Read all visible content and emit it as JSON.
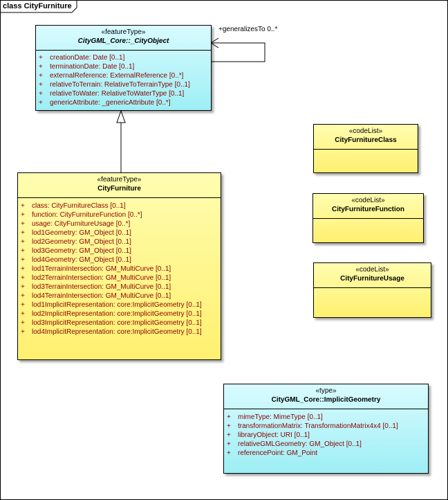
{
  "frame": {
    "title": "class CityFurniture"
  },
  "association": {
    "label": "+generalizesTo 0..*"
  },
  "classes": {
    "city_object": {
      "stereotype": "«featureType»",
      "name": "CityGML_Core::_CityObject",
      "attributes": [
        {
          "vis": "+",
          "text": "creationDate:  Date [0..1]"
        },
        {
          "vis": "+",
          "text": "terminationDate:  Date [0..1]"
        },
        {
          "vis": "+",
          "text": "externalReference:  ExternalReference [0..*]"
        },
        {
          "vis": "+",
          "text": "relativeToTerrain:  RelativeToTerrainType [0..1]"
        },
        {
          "vis": "+",
          "text": "relativeToWater:  RelativeToWaterType [0..1]"
        },
        {
          "vis": "+",
          "text": "genericAttribute:  _genericAttribute [0..*]"
        }
      ]
    },
    "city_furniture": {
      "stereotype": "«featureType»",
      "name": "CityFurniture",
      "attributes": [
        {
          "vis": "+",
          "text": "class:  CityFurnitureClass [0..1]"
        },
        {
          "vis": "+",
          "text": "function:  CityFurnitureFunction [0..*]"
        },
        {
          "vis": "+",
          "text": "usage:  CityFurnitureUsage [0..*]"
        },
        {
          "vis": "+",
          "text": "lod1Geometry:  GM_Object [0..1]"
        },
        {
          "vis": "+",
          "text": "lod2Geometry:  GM_Object [0..1]"
        },
        {
          "vis": "+",
          "text": "lod3Geometry:  GM_Object [0..1]"
        },
        {
          "vis": "+",
          "text": "lod4Geometry:  GM_Object [0..1]"
        },
        {
          "vis": "+",
          "text": "lod1TerrainIntersection:  GM_MultiCurve [0..1]"
        },
        {
          "vis": "+",
          "text": "lod2TerrainIntersection:  GM_MultiCurve [0..1]"
        },
        {
          "vis": "+",
          "text": "lod3TerrainIntersection:  GM_MultiCurve [0..1]"
        },
        {
          "vis": "+",
          "text": "lod4TerrainIntersection:  GM_MultiCurve [0..1]"
        },
        {
          "vis": "+",
          "text": "lod1ImplicitRepresentation:  core:ImplicitGeometry [0..1]"
        },
        {
          "vis": "+",
          "text": "lod2ImplicitRepresentation:  core:ImplicitGeometry [0..1]"
        },
        {
          "vis": "+",
          "text": "lod3ImplicitRepresentation:  core:ImplicitGeometry [0..1]"
        },
        {
          "vis": "+",
          "text": "lod4ImplicitRepresentation:  core:ImplicitGeometry [0..1]"
        }
      ]
    },
    "furniture_class": {
      "stereotype": "«codeList»",
      "name": "CityFurnitureClass"
    },
    "furniture_function": {
      "stereotype": "«codeList»",
      "name": "CityFurnitureFunction"
    },
    "furniture_usage": {
      "stereotype": "«codeList»",
      "name": "CityFurnitureUsage"
    },
    "implicit_geometry": {
      "stereotype": "«type»",
      "name": "CityGML_Core::ImplicitGeometry",
      "attributes": [
        {
          "vis": "+",
          "text": "mimeType:  MimeType [0..1]"
        },
        {
          "vis": "+",
          "text": "transformationMatrix:  TransformationMatrix4x4 [0..1]"
        },
        {
          "vis": "+",
          "text": "libraryObject:  URI [0..1]"
        },
        {
          "vis": "+",
          "text": "relativeGMLGeometry:  GM_Object [0..1]"
        },
        {
          "vis": "+",
          "text": "referencePoint:  GM_Point"
        }
      ]
    }
  },
  "colors": {
    "class_fill_yellow": "#fff070",
    "class_fill_cyan": "#9deff5",
    "attribute_text": "#8b0000"
  }
}
